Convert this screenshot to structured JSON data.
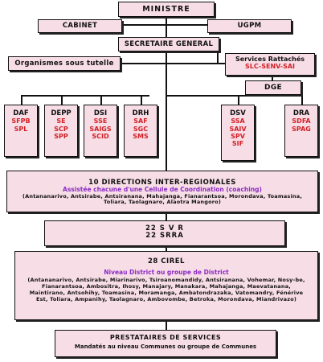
{
  "ministre": "MINISTRE",
  "cabinet": "CABINET",
  "ugpm": "UGPM",
  "secretaire": "SECRETAIRE GENERAL",
  "organismes": "Organismes sous tutelle",
  "services": {
    "title": "Services Rattachés",
    "sub": "SLC-SENV-SAI"
  },
  "dge": "DGE",
  "directions": [
    {
      "title": "DAF",
      "items": [
        "SFPB",
        "SPL"
      ]
    },
    {
      "title": "DEPP",
      "items": [
        "SE",
        "SCP",
        "SPP"
      ]
    },
    {
      "title": "DSI",
      "items": [
        "SSE",
        "SAIGS",
        "SCID"
      ]
    },
    {
      "title": "DRH",
      "items": [
        "SAF",
        "SGC",
        "SMS"
      ]
    },
    {
      "title": "DSV",
      "items": [
        "SSA",
        "SAIV",
        "SPV",
        "SIF"
      ]
    },
    {
      "title": "DRA",
      "items": [
        "SDFA",
        "SPAG"
      ]
    }
  ],
  "dir_inter": {
    "title": "10 DIRECTIONS INTER-REGIONALES",
    "subtitle": "Assistée chacune d'une Cellule de Coordination (coaching)",
    "cities": "(Antananarivo, Antsirabe, Antsiranana, Mahajanga, Fianarantsoa, Morondava, Toamasina, Toliara, Taolagnaro, Alaotra Mangoro)"
  },
  "svr": {
    "line1": "22 S V R",
    "line2": "22 SRRA"
  },
  "cirel": {
    "title": "28 CIREL",
    "subtitle": "Niveau District ou groupe de District",
    "cities": "(Antananarivo, Antsirabe, Miarinarivo, Tsiroanomandidy, Antsiranana, Vohemar, Nosy-be, Fianarantsoa, Ambositra, Ihosy, Manajary, Manakara, Mahajanga, Maevatanana, Maintirano, Antsohihy, Toamasina, Moramanga, Ambatondrazaka, Vatomandry, Fénérive Est, Toliara, Ampanihy, Taolagnaro, Ambovombe, Betroka, Morondava, Miandrivazo)"
  },
  "prestataires": {
    "title": "PRESTATAIRES DE SERVICES",
    "sub": "Mandatés au niveau Communes ou groupe de Communes"
  }
}
